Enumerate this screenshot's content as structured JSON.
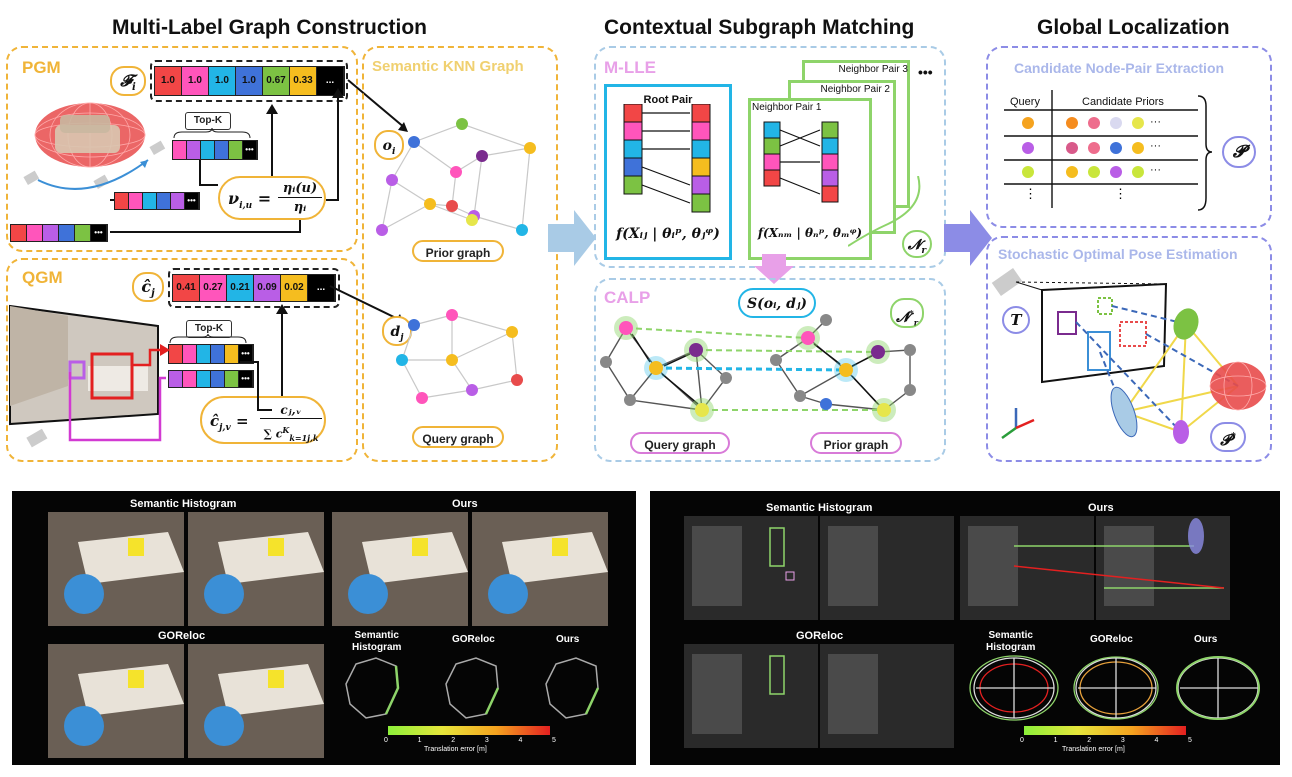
{
  "titles": {
    "graph_construction": "Multi-Label Graph Construction",
    "subgraph_matching": "Contextual Subgraph Matching",
    "global_localization": "Global Localization"
  },
  "pgm": {
    "label": "PGM",
    "symbol": "𝓕",
    "symbol_sub": "i",
    "vector": [
      "1.0",
      "1.0",
      "1.0",
      "1.0",
      "0.67",
      "0.33",
      "..."
    ],
    "vector_colors": [
      "#f24646",
      "#ff55bb",
      "#22b5e6",
      "#3f72d9",
      "#7cc243",
      "#f5bd1f",
      "#000000"
    ],
    "topk": "Top-K",
    "topk_colors": [
      "#ff55bb",
      "#b95ee6",
      "#22b5e6",
      "#3f72d9",
      "#7cc243",
      "#000000"
    ],
    "mid_colors": [
      "#f24646",
      "#ff55bb",
      "#22b5e6",
      "#3f72d9",
      "#b95ee6",
      "#000000"
    ],
    "low_colors": [
      "#f24646",
      "#ff55bb",
      "#b95ee6",
      "#3f72d9",
      "#7cc243",
      "#000000"
    ],
    "formula_lhs": "ν",
    "formula_lhs_sub": "i,u",
    "formula_num": "ηᵢ(u)",
    "formula_den": "ηᵢ",
    "ellipsis": "..."
  },
  "qgm": {
    "label": "QGM",
    "symbol": "ĉ",
    "symbol_sub": "j",
    "vector": [
      "0.41",
      "0.27",
      "0.21",
      "0.09",
      "0.02",
      "..."
    ],
    "vector_colors": [
      "#f24646",
      "#ff55bb",
      "#22b5e6",
      "#b95ee6",
      "#f5bd1f",
      "#000000"
    ],
    "topk": "Top-K",
    "topk_colors": [
      "#f24646",
      "#ff55bb",
      "#22b5e6",
      "#3f72d9",
      "#f5bd1f",
      "#000000"
    ],
    "low_colors": [
      "#b95ee6",
      "#ff55bb",
      "#22b5e6",
      "#3f72d9",
      "#7cc243",
      "#000000"
    ],
    "formula_lhs": "ĉ",
    "formula_lhs_sub": "j,v",
    "formula_num": "cⱼ,ᵥ",
    "formula_den": "∑ c",
    "formula_den_sup": "K",
    "formula_den_sub": "k=1",
    "formula_den_tail": "j,k"
  },
  "semantic_knn": {
    "label": "Semantic KNN Graph",
    "node_o": "o",
    "node_o_sub": "i",
    "node_d": "d",
    "node_d_sub": "j",
    "prior_graph": "Prior graph",
    "query_graph": "Query graph"
  },
  "mlle": {
    "label": "M-LLE",
    "root_pair": "Root Pair",
    "neighbor_pairs": [
      "Neighbor Pair 1",
      "Neighbor Pair 2",
      "Neighbor Pair 3"
    ],
    "root_formula": "f(Xᵢⱼ | θᵢᵖ, θⱼᵠ)",
    "neighbor_formula": "f(Xₙₘ | θₙᵖ, θₘᵠ)",
    "neighbors_symbol": "𝓝",
    "neighbors_sub": "r",
    "ellipsis": "•••"
  },
  "calp": {
    "label": "CALP",
    "score": "S(oᵢ, dⱼ)",
    "neighbors_symbol": "𝓝",
    "neighbors_sub": "r",
    "neighbors_sup": "*",
    "query_graph": "Query graph",
    "prior_graph": "Prior graph"
  },
  "candidate": {
    "label": "Candidate Node-Pair Extraction",
    "col_query": "Query",
    "col_priors": "Candidate Priors",
    "ellipsis": "···",
    "vdots": "⋮",
    "set_symbol": "𝓟"
  },
  "pose": {
    "label": "Stochastic Optimal Pose Estimation",
    "t_symbol": "T",
    "set_symbol": "𝓟",
    "set_sup": "*"
  },
  "bottom_left": {
    "semantic_histogram": "Semantic Histogram",
    "ours": "Ours",
    "goreloc": "GOReloc",
    "traj_semantic": "Semantic\nHistogram",
    "traj_goreloc": "GOReloc",
    "traj_ours": "Ours",
    "colorbar_ticks": [
      "0",
      "1",
      "2",
      "3",
      "4",
      "5"
    ],
    "colorbar_label": "Translation error [m]"
  },
  "bottom_right": {
    "semantic_histogram": "Semantic Histogram",
    "ours": "Ours",
    "goreloc": "GOReloc",
    "traj_semantic": "Semantic\nHistogram",
    "traj_goreloc": "GOReloc",
    "traj_ours": "Ours",
    "colorbar_ticks": [
      "0",
      "1",
      "2",
      "3",
      "4",
      "5"
    ],
    "colorbar_label": "Translation error [m]"
  },
  "colors": {
    "orange": "#f0b438",
    "light_blue": "#a9cbe6",
    "purple": "#8c8ce6",
    "pink": "#e8a0e8"
  }
}
